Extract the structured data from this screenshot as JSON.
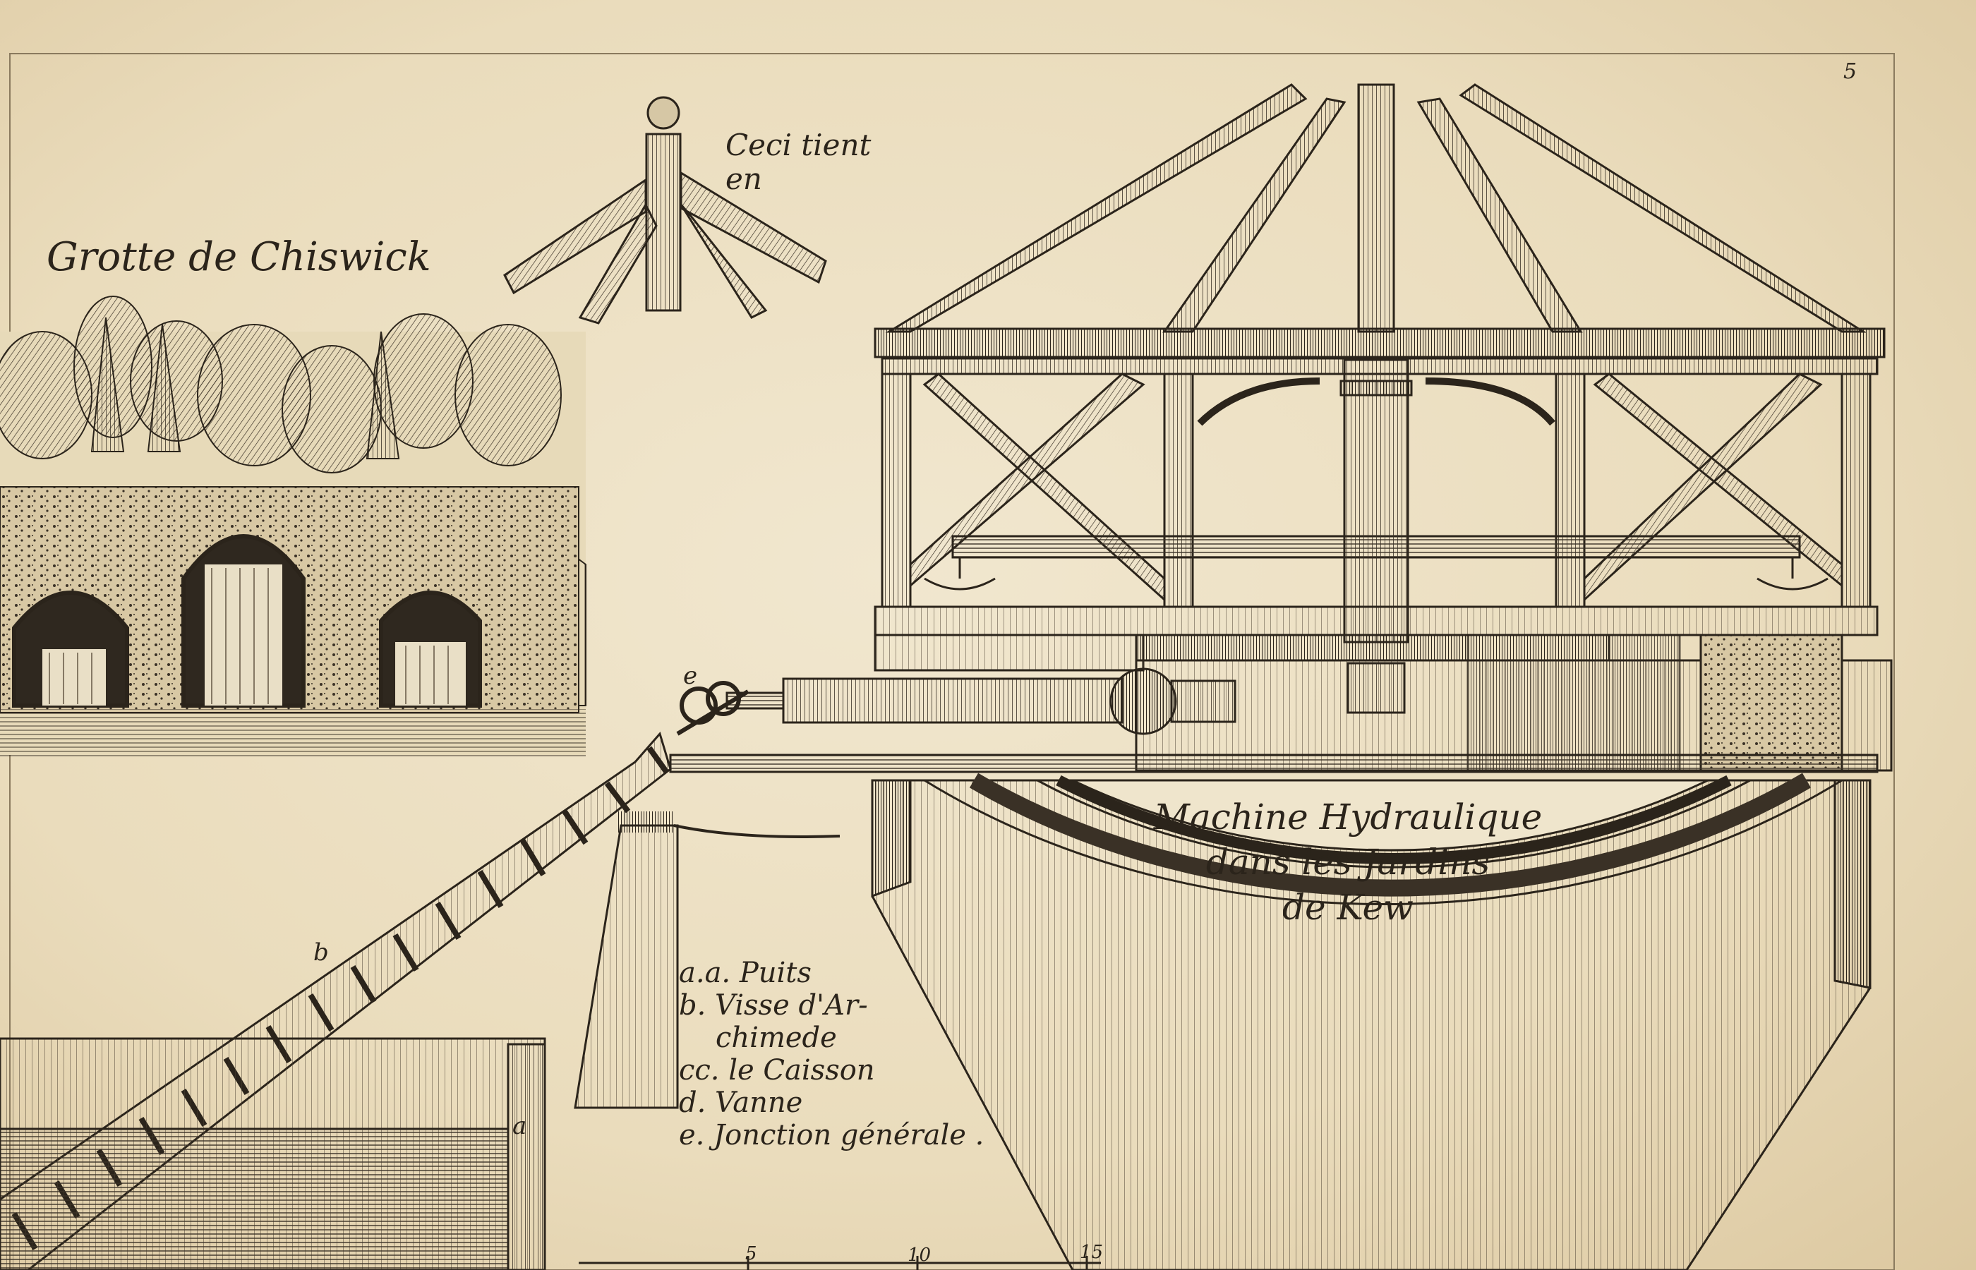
{
  "plate": {
    "number": "5",
    "grotto_title": "Grotte de Chiswick",
    "finial_note": [
      "Ceci tient",
      "en"
    ],
    "machine_title": [
      "Machine Hydraulique",
      "dans les Jardins",
      "de Kew"
    ],
    "legend": [
      "a.a. Puits",
      "b. Visse d'Ar-",
      "chimede",
      "cc. le Caisson",
      "d. Vanne",
      "e. Jonction générale ."
    ],
    "letters": {
      "e": "e",
      "b": "b",
      "a": "a"
    },
    "scale_ticks": [
      "5",
      "10",
      "15"
    ]
  },
  "colors": {
    "paper": "#ece0c4",
    "ink": "#2b241b"
  }
}
